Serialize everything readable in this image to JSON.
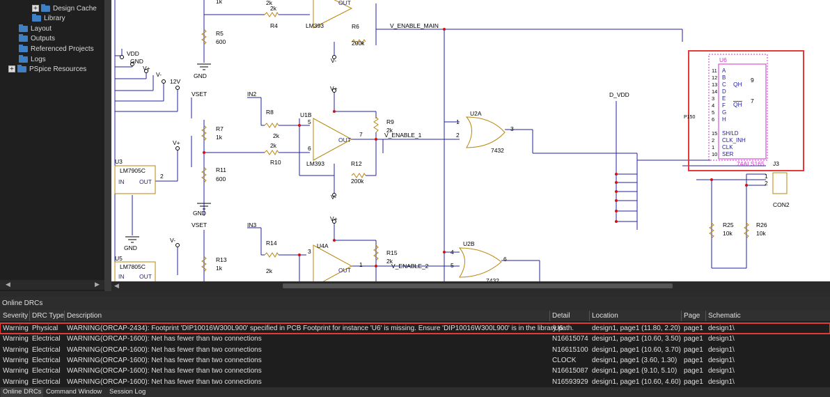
{
  "tree": {
    "items": [
      {
        "label": "Design Cache",
        "expander": "+"
      },
      {
        "label": "Library"
      },
      {
        "label": "Layout"
      },
      {
        "label": "Outputs"
      },
      {
        "label": "Referenced Projects"
      },
      {
        "label": "Logs"
      },
      {
        "label": "PSpice Resources",
        "expander": "+"
      }
    ]
  },
  "schematic": {
    "labels": {
      "vdd": "VDD",
      "gnd": "GND",
      "vplus": "V+",
      "vminus": "V-",
      "v12": "12V",
      "r5": "R5",
      "r5v": "600",
      "r4": "R4",
      "r4v": "2k",
      "r6": "R6",
      "r6v": "200k",
      "u3ref": "LM393",
      "venable_main": "V_ENABLE_MAIN",
      "top1k": "1k",
      "vset": "VSET",
      "in2": "IN2",
      "r8": "R8",
      "r8v": "2k",
      "u1b": "U1B",
      "r7": "R7",
      "r7v": "1k",
      "r10": "R10",
      "r10v": "2k",
      "r9": "R9",
      "r9v": "2k",
      "out": "OUT",
      "venable_1": "V_ENABLE_1",
      "lm393": "LM393",
      "r12": "R12",
      "r12v": "200k",
      "r11": "R11",
      "r11v": "600",
      "u3": "U3",
      "lm7905c": "LM7905C",
      "in": "IN",
      "gnd_pin": "GND",
      "in3": "IN3",
      "r14": "R14",
      "r14v": "2k",
      "u4a": "U4A",
      "r13": "R13",
      "r13v": "1k",
      "r15": "R15",
      "r15v": "2k",
      "venable_2": "V_ENABLE_2",
      "u5": "U5",
      "lm7805c": "LM7805C",
      "u2a": "U2A",
      "u2a_part": "7432",
      "u2b": "U2B",
      "u2b_part": "7432",
      "d_vdd": "D_VDD",
      "p150": "P150",
      "u6": "U6",
      "u6_part": "74ALS165",
      "j3": "J3",
      "con2": "CON2",
      "r25": "R25",
      "r25v": "10k",
      "r26": "R26",
      "r26v": "10k",
      "u6_pins_left": [
        "A",
        "B",
        "C",
        "D",
        "E",
        "F",
        "G",
        "H"
      ],
      "u6_pinnums_left": [
        "11",
        "12",
        "13",
        "14",
        "3",
        "4",
        "5",
        "6"
      ],
      "u6_pins_ctrl": [
        "SH/LD",
        "CLK_INH",
        "CLK",
        "SER"
      ],
      "u6_pinnums_ctrl": [
        "15",
        "2",
        "1",
        "10"
      ],
      "qh": "QH",
      "qh_bar": "QH",
      "qh_num": "9",
      "qhbar_num": "7",
      "pin1": "1",
      "pin2": "2",
      "pin3": "3",
      "pin4": "4",
      "pin5": "5",
      "pin6": "6",
      "pin7": "7"
    }
  },
  "drc": {
    "title": "Online DRCs",
    "columns": [
      "Severity",
      "DRC Type",
      "Description",
      "Detail",
      "Location",
      "Page",
      "Schematic"
    ],
    "rows": [
      {
        "severity": "Warning",
        "type": "Physical",
        "description": "WARNING(ORCAP-2434): Footprint 'DIP10016W300L900' specified in PCB Footprint for instance 'U6' is missing. Ensure 'DIP10016W300L900' is in the library path.",
        "detail": "/U6",
        "location": "design1, page1  (11.80, 2.20)",
        "page": "page1",
        "schematic": "design1\\"
      },
      {
        "severity": "Warning",
        "type": "Electrical",
        "description": "WARNING(ORCAP-1600): Net has fewer than two connections",
        "detail": "N16615074",
        "location": "design1, page1  (10.60, 3.50)",
        "page": "page1",
        "schematic": "design1\\"
      },
      {
        "severity": "Warning",
        "type": "Electrical",
        "description": "WARNING(ORCAP-1600): Net has fewer than two connections",
        "detail": "N16615100",
        "location": "design1, page1  (10.60, 3.70)",
        "page": "page1",
        "schematic": "design1\\"
      },
      {
        "severity": "Warning",
        "type": "Electrical",
        "description": "WARNING(ORCAP-1600): Net has fewer than two connections",
        "detail": "CLOCK",
        "location": "design1, page1  (3.60, 1.30)",
        "page": "page1",
        "schematic": "design1\\"
      },
      {
        "severity": "Warning",
        "type": "Electrical",
        "description": "WARNING(ORCAP-1600): Net has fewer than two connections",
        "detail": "N16615087",
        "location": "design1, page1  (9.10, 5.10)",
        "page": "page1",
        "schematic": "design1\\"
      },
      {
        "severity": "Warning",
        "type": "Electrical",
        "description": "WARNING(ORCAP-1600): Net has fewer than two connections",
        "detail": "N16593929",
        "location": "design1, page1  (10.60, 4.60)",
        "page": "page1",
        "schematic": "design1\\"
      }
    ]
  },
  "tabs": [
    "Online DRCs",
    "Command Window",
    "Session Log"
  ],
  "colors": {
    "wire": "#2020a0",
    "part": "#b8860b",
    "net_label": "#000000",
    "highlight": "#e53935",
    "u6": "#d030d0"
  }
}
